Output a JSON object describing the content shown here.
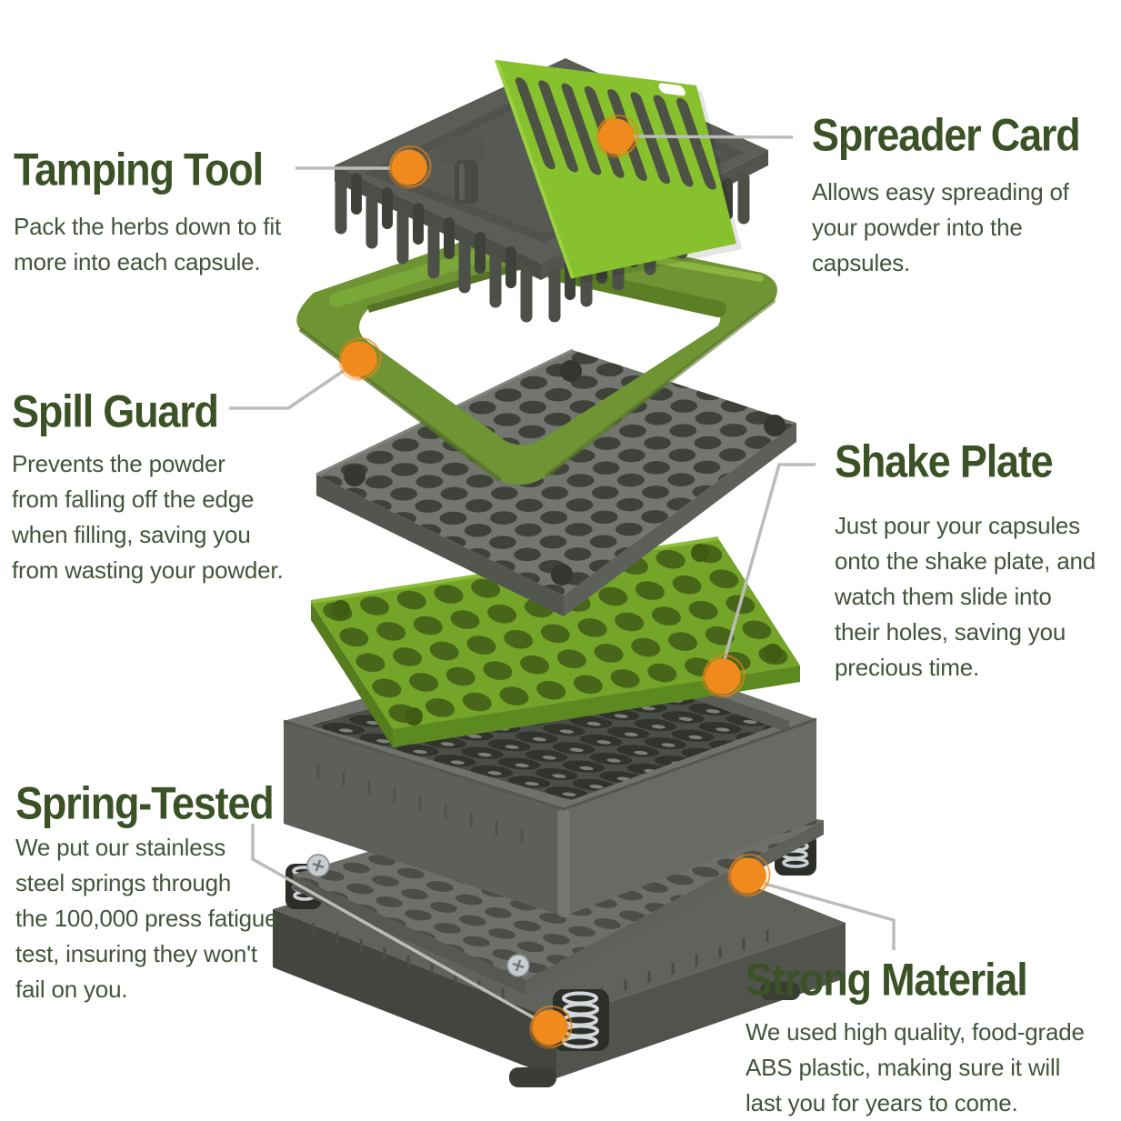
{
  "colors": {
    "accent_orange": "#f18a1d",
    "heading_green": "#3b5226",
    "body_text_green": "#44533c",
    "bright_green": "#87c12d",
    "olive_green": "#6f9434",
    "shake_plate_green": "#74a528",
    "plastic_gray": "#73766f",
    "connector_gray": "#bcbcb8",
    "background": "#ffffff"
  },
  "callouts": [
    {
      "id": "tamping-tool",
      "title": "Tamping Tool",
      "description": "Pack the herbs down to fit\nmore into each capsule."
    },
    {
      "id": "spreader-card",
      "title": "Spreader Card",
      "description": "Allows easy spreading of\nyour powder into the\ncapsules."
    },
    {
      "id": "spill-guard",
      "title": "Spill Guard",
      "description": "Prevents the powder\nfrom falling off the edge\nwhen filling, saving you\nfrom wasting your powder."
    },
    {
      "id": "shake-plate",
      "title": "Shake Plate",
      "description": "Just pour your capsules\nonto the shake plate, and\nwatch them slide into\ntheir holes, saving you\nprecious time."
    },
    {
      "id": "spring-tested",
      "title": "Spring-Tested",
      "description": "We put our stainless\nsteel springs through\nthe 100,000 press fatigue\ntest, insuring they won't\nfail on you."
    },
    {
      "id": "strong-material",
      "title": "Strong Material",
      "description": "We used high quality, food-grade\nABS plastic, making sure it will\nlast you for years to come."
    }
  ]
}
